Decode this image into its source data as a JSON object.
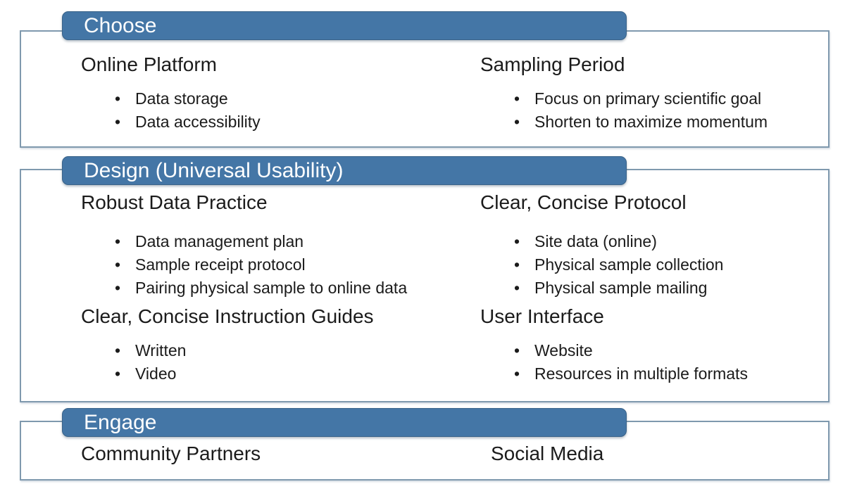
{
  "bullet_char": "•",
  "colors": {
    "bar_fill": "#4476a6",
    "bar_border": "#3a6389",
    "panel_border": "#7f99ae",
    "bar_text": "#ffffff",
    "body_text": "#1b1b1b",
    "background": "#ffffff"
  },
  "sections": [
    {
      "title": "Choose",
      "columns": [
        {
          "heading": "Online Platform",
          "bullets": [
            "Data storage",
            "Data accessibility"
          ]
        },
        {
          "heading": "Sampling Period",
          "bullets": [
            "Focus on primary scientific goal",
            "Shorten to maximize momentum"
          ]
        }
      ]
    },
    {
      "title": "Design (Universal Usability)",
      "columns": [
        {
          "heading": "Robust Data Practice",
          "bullets": [
            "Data management plan",
            "Sample receipt protocol",
            "Pairing physical sample to online data"
          ],
          "subheading": "Clear, Concise Instruction Guides",
          "subbullets": [
            "Written",
            "Video"
          ]
        },
        {
          "heading": "Clear, Concise Protocol",
          "bullets": [
            "Site data (online)",
            "Physical sample collection",
            "Physical sample mailing"
          ],
          "subheading": "User Interface",
          "subbullets": [
            "Website",
            "Resources in multiple formats"
          ]
        }
      ]
    },
    {
      "title": "Engage",
      "columns": [
        {
          "heading": "Community Partners"
        },
        {
          "heading": "Social Media"
        }
      ]
    }
  ]
}
